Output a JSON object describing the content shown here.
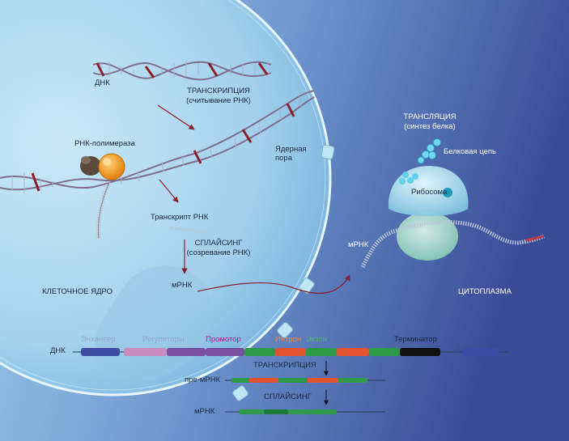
{
  "labels": {
    "dna_top": "ДНК",
    "transcription_title": "ТРАНСКРИПЦИЯ",
    "transcription_sub": "(считывание РНК)",
    "rna_polymerase": "РНК-полимераза",
    "transcript": "Транскрипт РНК",
    "splicing_title": "СПЛАЙСИНГ",
    "splicing_sub": "(созревание РНК)",
    "nuclear_pore": "Ядерная\nпора",
    "mrna_nucleus": "мРНК",
    "cell_nucleus": "КЛЕТОЧНОЕ ЯДРО",
    "translation_title": "ТРАНСЛЯЦИЯ",
    "translation_sub": "(синтез белка)",
    "protein_chain": "Белковая цепь",
    "ribosome": "Рибосома",
    "mrna_cytoplasm": "мРНК",
    "cytoplasm": "ЦИТОПЛАЗМА"
  },
  "gene": {
    "dna_label": "ДНК",
    "pre_mrna_label": "пре-мРНК",
    "mrna_label": "мРНК",
    "step_transcription": "ТРАНСКРИПЦИЯ",
    "step_splicing": "СПЛАЙСИНГ",
    "regions": {
      "enhancer": "Энхансер",
      "regulators": "Регуляторы",
      "promoter": "Промотор",
      "intron": "Интрон",
      "exon": "Экзон",
      "terminator": "Терминатор"
    }
  },
  "colors": {
    "background_left": "#8ec1e4",
    "background_right": "#3a4f9a",
    "nucleus": "#a9d7ee",
    "enhancer": "#3b4ea3",
    "regulators": "#c98cc0",
    "promoter": "#7a4f9f",
    "intron": "#e2532f",
    "exon": "#2f9a4a",
    "terminator": "#111111",
    "promoter_text": "#b3168c",
    "intron_text": "#f08a3a",
    "exon_text": "#53b86a",
    "faded_text": "#8ea6c8"
  }
}
